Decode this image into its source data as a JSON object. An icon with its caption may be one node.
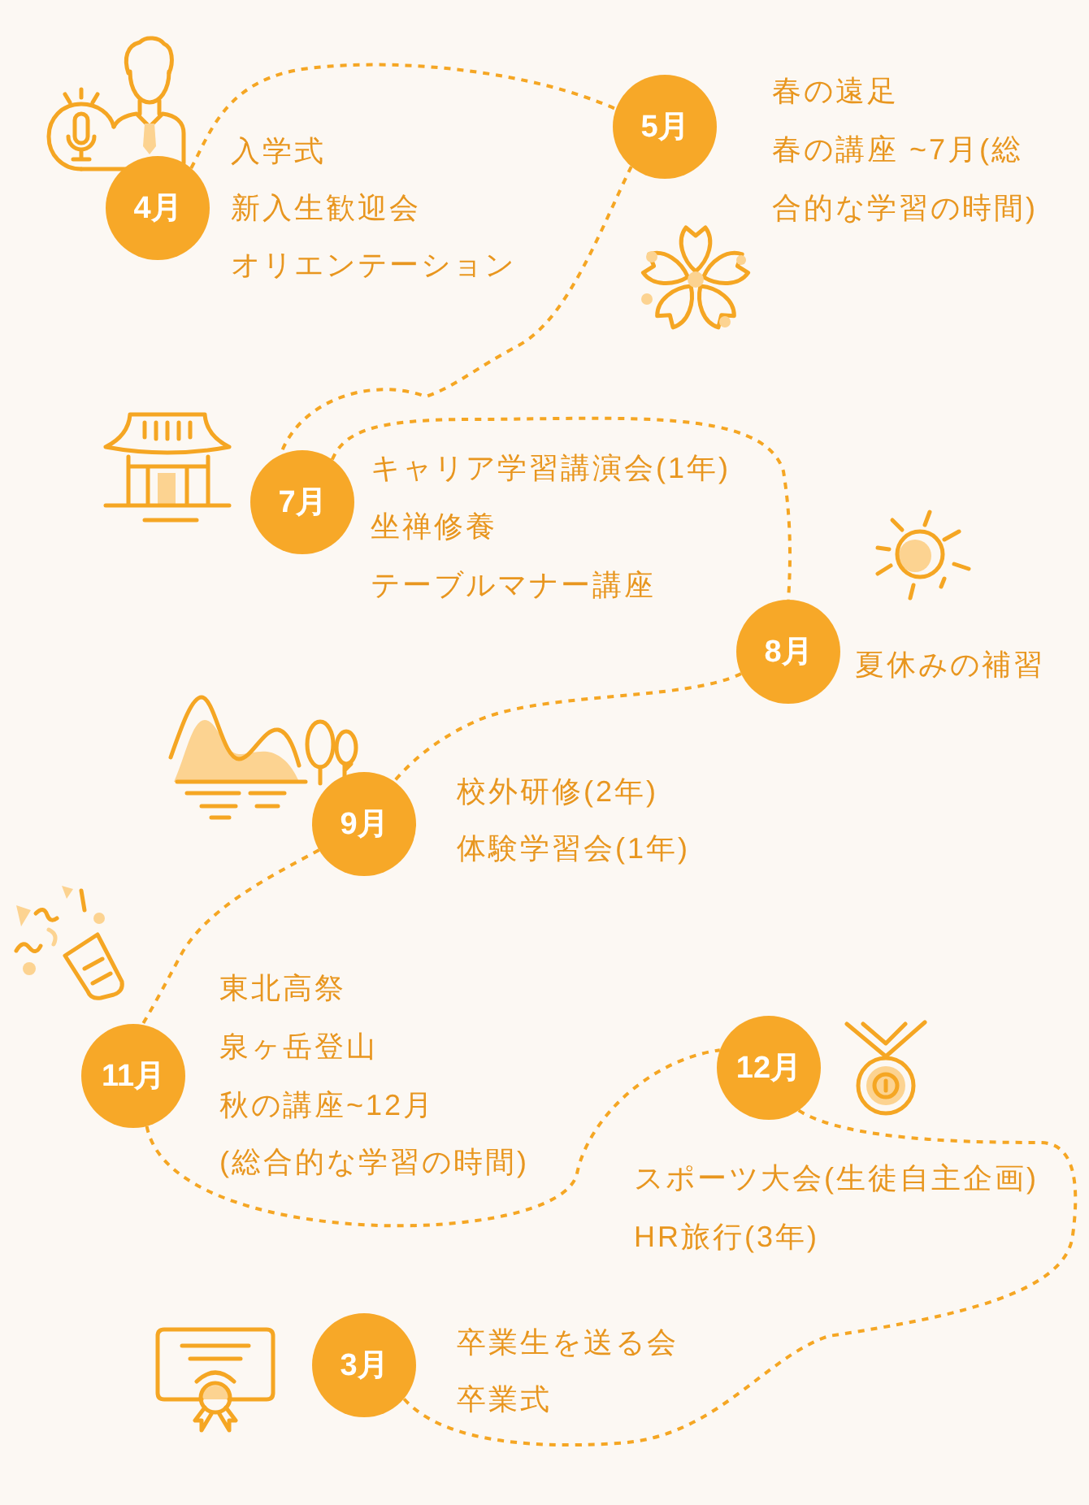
{
  "diagram": {
    "nodes": [
      {
        "text": [
          "4月"
        ],
        "beside": [
          "入学式",
          "新入生歓迎会",
          "オリエンテーション"
        ]
      },
      {
        "text": [
          "5月"
        ],
        "beside": [
          "春の遠足",
          "春の講座 ~7月(総合的な学習の時間)"
        ]
      },
      {
        "text": [
          "7月"
        ],
        "beside": [
          "キャリア学習講演会(1年)",
          "坐禅修養",
          "テーブルマナー講座"
        ]
      },
      {
        "text": [
          "8月"
        ],
        "beside": [
          "夏休みの補習"
        ]
      },
      {
        "text": [
          "9月"
        ],
        "beside": [
          "校外研修(2年)",
          "体験学習会(1年)"
        ]
      },
      {
        "text": [
          "11月"
        ],
        "beside": [
          "東北高祭",
          "泉ヶ岳登山",
          "秋の講座~12月",
          "(総合的な学習の時間)"
        ]
      },
      {
        "text": [
          "12月"
        ],
        "beside": [
          "スポーツ大会(生徒自主企画)",
          "HR旅行(3年)"
        ]
      },
      {
        "text": [
          "3月"
        ],
        "beside": [
          "卒業生を送る会",
          "卒業式"
        ]
      }
    ],
    "edges": [
      {
        "from": 0,
        "to": 1,
        "arrow": "none",
        "style": "dashed"
      },
      {
        "from": 1,
        "to": 2,
        "arrow": "none",
        "style": "dashed"
      },
      {
        "from": 2,
        "to": 3,
        "arrow": "none",
        "style": "dashed"
      },
      {
        "from": 3,
        "to": 4,
        "arrow": "none",
        "style": "dashed"
      },
      {
        "from": 4,
        "to": 5,
        "arrow": "none",
        "style": "dashed"
      },
      {
        "from": 5,
        "to": 6,
        "arrow": "none",
        "style": "dashed"
      },
      {
        "from": 6,
        "to": 7,
        "arrow": "none",
        "style": "dashed"
      }
    ]
  }
}
